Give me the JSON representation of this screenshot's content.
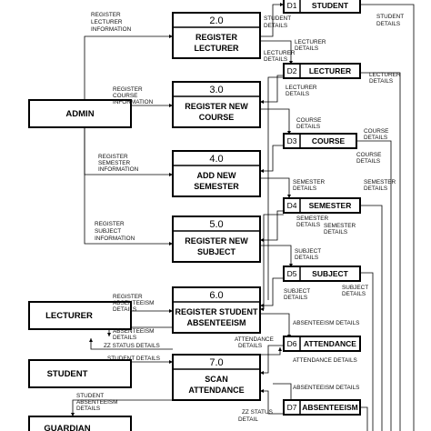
{
  "entities": {
    "admin": "ADMIN",
    "lecturer": "LECTURER",
    "student": "STUDENT",
    "guardian": "GUARDIAN"
  },
  "processes": [
    {
      "id": "2.0",
      "line1": "REGISTER",
      "line2": "LECTURER"
    },
    {
      "id": "3.0",
      "line1": "REGISTER NEW",
      "line2": "COURSE"
    },
    {
      "id": "4.0",
      "line1": "ADD NEW",
      "line2": "SEMESTER"
    },
    {
      "id": "5.0",
      "line1": "REGISTER NEW",
      "line2": "SUBJECT"
    },
    {
      "id": "6.0",
      "line1": "REGISTER STUDENT",
      "line2": "ABSENTEEISM"
    },
    {
      "id": "7.0",
      "line1": "SCAN",
      "line2": "ATTENDANCE"
    }
  ],
  "datastores": [
    {
      "id": "D1",
      "name": "STUDENT"
    },
    {
      "id": "D2",
      "name": "LECTURER"
    },
    {
      "id": "D3",
      "name": "COURSE"
    },
    {
      "id": "D4",
      "name": "SEMESTER"
    },
    {
      "id": "D5",
      "name": "SUBJECT"
    },
    {
      "id": "D6",
      "name": "ATTENDANCE"
    },
    {
      "id": "D7",
      "name": "ABSENTEEISM"
    }
  ],
  "flows": {
    "reg_lecturer_info": [
      "REGISTER",
      "LECTURER",
      "INFORMATION"
    ],
    "reg_course_info": [
      "REGISTER",
      "COURSE",
      "INFORMATION"
    ],
    "reg_semester_info": [
      "REGISTER",
      "SEMESTER",
      "INFORMATION"
    ],
    "reg_subject_info": [
      "REGISTER",
      "SUBJECT",
      "INFORMATION"
    ],
    "reg_absenteeism": [
      "REGISTER",
      "ABSENTEEISM",
      "DETAILS"
    ],
    "absenteeism_details_left": [
      "ABSENTEEISM",
      "DETAILS"
    ],
    "zz_status_details": "ZZ STATUS DETAILS",
    "student_details_left": "STUDENT DETAILS",
    "student_absenteeism_details": [
      "STUDENT",
      "ABSENTEEISM",
      "DETAILS"
    ],
    "student_details_d1a": [
      "STUDENT",
      "DETAILS"
    ],
    "student_details_d1b": [
      "STUDENT",
      "DETAILS"
    ],
    "lecturer_details_a": [
      "LECTURER",
      "DETAILS"
    ],
    "lecturer_details_b": [
      "LECTURER",
      "DETAILS"
    ],
    "lecturer_details_c": [
      "LECTURER",
      "DETAILS"
    ],
    "lecturer_details_d": [
      "LECTURER",
      "DETAILS"
    ],
    "course_details_a": [
      "COURSE",
      "DETAILS"
    ],
    "course_details_b": [
      "COURSE",
      "DETAILS"
    ],
    "course_details_c": [
      "COURSE",
      "DETAILS"
    ],
    "semester_details_a": [
      "SEMESTER",
      "DETAILS"
    ],
    "semester_details_b": [
      "SEMESTER",
      "DETAILS"
    ],
    "semester_details_c": [
      "SEMESTER",
      "DETAILS"
    ],
    "semester_details_d": [
      "SEMESTER",
      "DETAILS"
    ],
    "subject_details_a": [
      "SUBJECT",
      "DETAILS"
    ],
    "subject_details_b": [
      "SUBJECT",
      "DETAILS"
    ],
    "subject_details_c": [
      "SUBJECT",
      "DETAILS"
    ],
    "absenteeism_details_top": "ABSENTEEISM DETAILS",
    "attendance_details_a": [
      "ATTENDANCE",
      "DETAILS"
    ],
    "attendance_details_b": "ATTENDANCE DETAILS",
    "absenteeism_details_d7": "ABSENTEEISM DETAILS",
    "zz_status_detail": [
      "ZZ STATUS",
      "DETAIL"
    ]
  }
}
